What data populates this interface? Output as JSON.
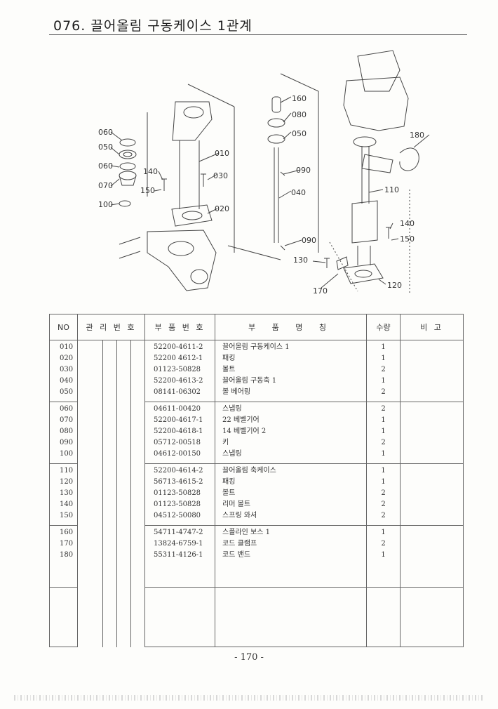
{
  "header": {
    "title": "076. 끌어올림 구동케이스 1관계"
  },
  "diagram": {
    "callouts": [
      "060",
      "050",
      "060",
      "070",
      "100",
      "140",
      "150",
      "010",
      "030",
      "020",
      "160",
      "080",
      "050",
      "090",
      "040",
      "090",
      "180",
      "110",
      "140",
      "150",
      "130",
      "170",
      "120"
    ]
  },
  "table": {
    "headers": {
      "no": "NO",
      "mgmt": "관 리 번 호",
      "part_no": "부 품 번 호",
      "name": "부 품 명 칭",
      "qty": "수량",
      "note": "비 고"
    },
    "groups": [
      {
        "items": [
          {
            "no": "010",
            "part_no": "52200-4611-2",
            "name": "끌어올림 구동케이스 1",
            "qty": "1"
          },
          {
            "no": "020",
            "part_no": "52200 4612-1",
            "name": "패킹",
            "qty": "1"
          },
          {
            "no": "030",
            "part_no": "01123-50828",
            "name": "볼트",
            "qty": "2"
          },
          {
            "no": "040",
            "part_no": "52200-4613-2",
            "name": "끌어올림 구동축 1",
            "qty": "1"
          },
          {
            "no": "050",
            "part_no": "08141-06302",
            "name": "볼 베어링",
            "qty": "2"
          }
        ]
      },
      {
        "items": [
          {
            "no": "060",
            "part_no": "04611-00420",
            "name": "스냅링",
            "qty": "2"
          },
          {
            "no": "070",
            "part_no": "52200-4617-1",
            "name": "22 베벨기어",
            "qty": "1"
          },
          {
            "no": "080",
            "part_no": "52200-4618-1",
            "name": "14 베벨기어 2",
            "qty": "1"
          },
          {
            "no": "090",
            "part_no": "05712-00518",
            "name": "키",
            "qty": "2"
          },
          {
            "no": "100",
            "part_no": "04612-00150",
            "name": "스냅링",
            "qty": "1"
          }
        ]
      },
      {
        "items": [
          {
            "no": "110",
            "part_no": "52200-4614-2",
            "name": "끌어올림 축케이스",
            "qty": "1"
          },
          {
            "no": "120",
            "part_no": "56713-4615-2",
            "name": "패킹",
            "qty": "1"
          },
          {
            "no": "130",
            "part_no": "01123-50828",
            "name": "볼트",
            "qty": "2"
          },
          {
            "no": "140",
            "part_no": "01123-50828",
            "name": "리머 볼트",
            "qty": "2"
          },
          {
            "no": "150",
            "part_no": "04512-50080",
            "name": "스프링 와셔",
            "qty": "2"
          }
        ]
      },
      {
        "items": [
          {
            "no": "160",
            "part_no": "54711-4747-2",
            "name": "스플라인 보스 1",
            "qty": "1"
          },
          {
            "no": "170",
            "part_no": "13824-6759-1",
            "name": "코드 클램프",
            "qty": "2"
          },
          {
            "no": "180",
            "part_no": "55311-4126-1",
            "name": "코드 밴드",
            "qty": "1"
          }
        ]
      }
    ]
  },
  "footer": {
    "page": "- 170 -"
  }
}
